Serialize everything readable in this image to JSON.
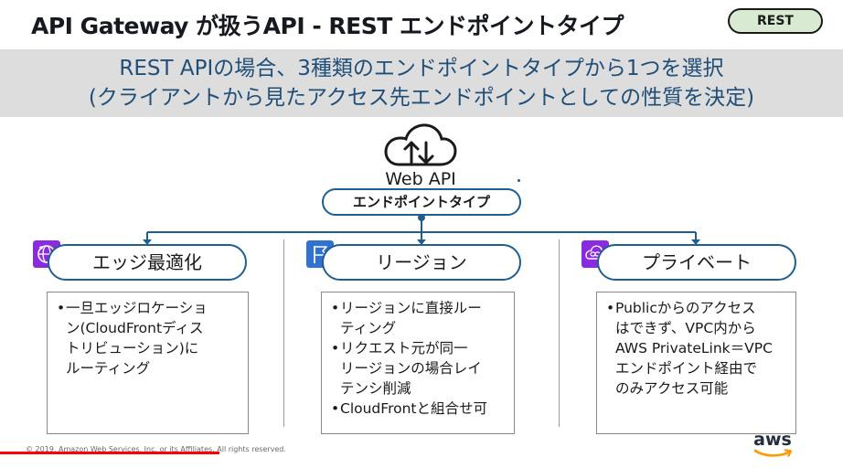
{
  "slide": {
    "title": "API Gateway が扱うAPI - REST エンドポイントタイプ",
    "badge": "REST",
    "banner": {
      "line1": "REST APIの場合、3種類のエンドポイントタイプから1つを選択",
      "line2": "(クライアントから見たアクセス先エンドポイントとしての性質を決定)"
    },
    "center": {
      "icon": "cloud-upload-download-icon",
      "label": "Web API",
      "type_label": "エンドポイントタイプ"
    },
    "categories": [
      {
        "icon": "edge-globe-icon",
        "icon_color": "#8a2be2",
        "label": "エッジ最適化",
        "bullets": [
          "一旦エッジロケーション(CloudFrontディストリビューション)にルーティング"
        ],
        "lines": [
          [
            "一旦エッジロケーショ",
            "ン(CloudFrontディス",
            "トリビューション)に",
            "ルーティング"
          ]
        ]
      },
      {
        "icon": "flag-icon",
        "icon_color": "#2f72d2",
        "label": "リージョン",
        "bullets": [
          "リージョンに直接ルーティング",
          "リクエスト元が同一リージョンの場合レイテンシ削減",
          "CloudFrontと組合せ可"
        ],
        "lines": [
          [
            "リージョンに直接ルー",
            "ティング"
          ],
          [
            "リクエスト元が同一",
            "リージョンの場合レイ",
            "テンシ削減"
          ],
          [
            "CloudFrontと組合せ可"
          ]
        ]
      },
      {
        "icon": "private-cloud-link-icon",
        "icon_color": "#8a2be2",
        "label": "プライベート",
        "bullets": [
          "PublicからのアクセスはできずVPC内からAWS PrivateLink = VPCエンドポイント経由でのみアクセス可能"
        ],
        "lines": [
          [
            "Publicからのアクセス",
            "はできず、VPC内から",
            "AWS PrivateLink＝VPC",
            "エンドポイント経由で",
            "のみアクセス可能"
          ]
        ]
      }
    ],
    "copyright": "© 2019, Amazon Web Services, Inc. or its Affiliates. All rights reserved.",
    "logo_text": "aws",
    "video_progress": 0.26,
    "colors": {
      "accent": "#1f5e91",
      "banner_bg": "#dddddd",
      "banner_text": "#1f4e79",
      "badge_bg": "#d9ead3",
      "progress": "#ff0000"
    }
  }
}
